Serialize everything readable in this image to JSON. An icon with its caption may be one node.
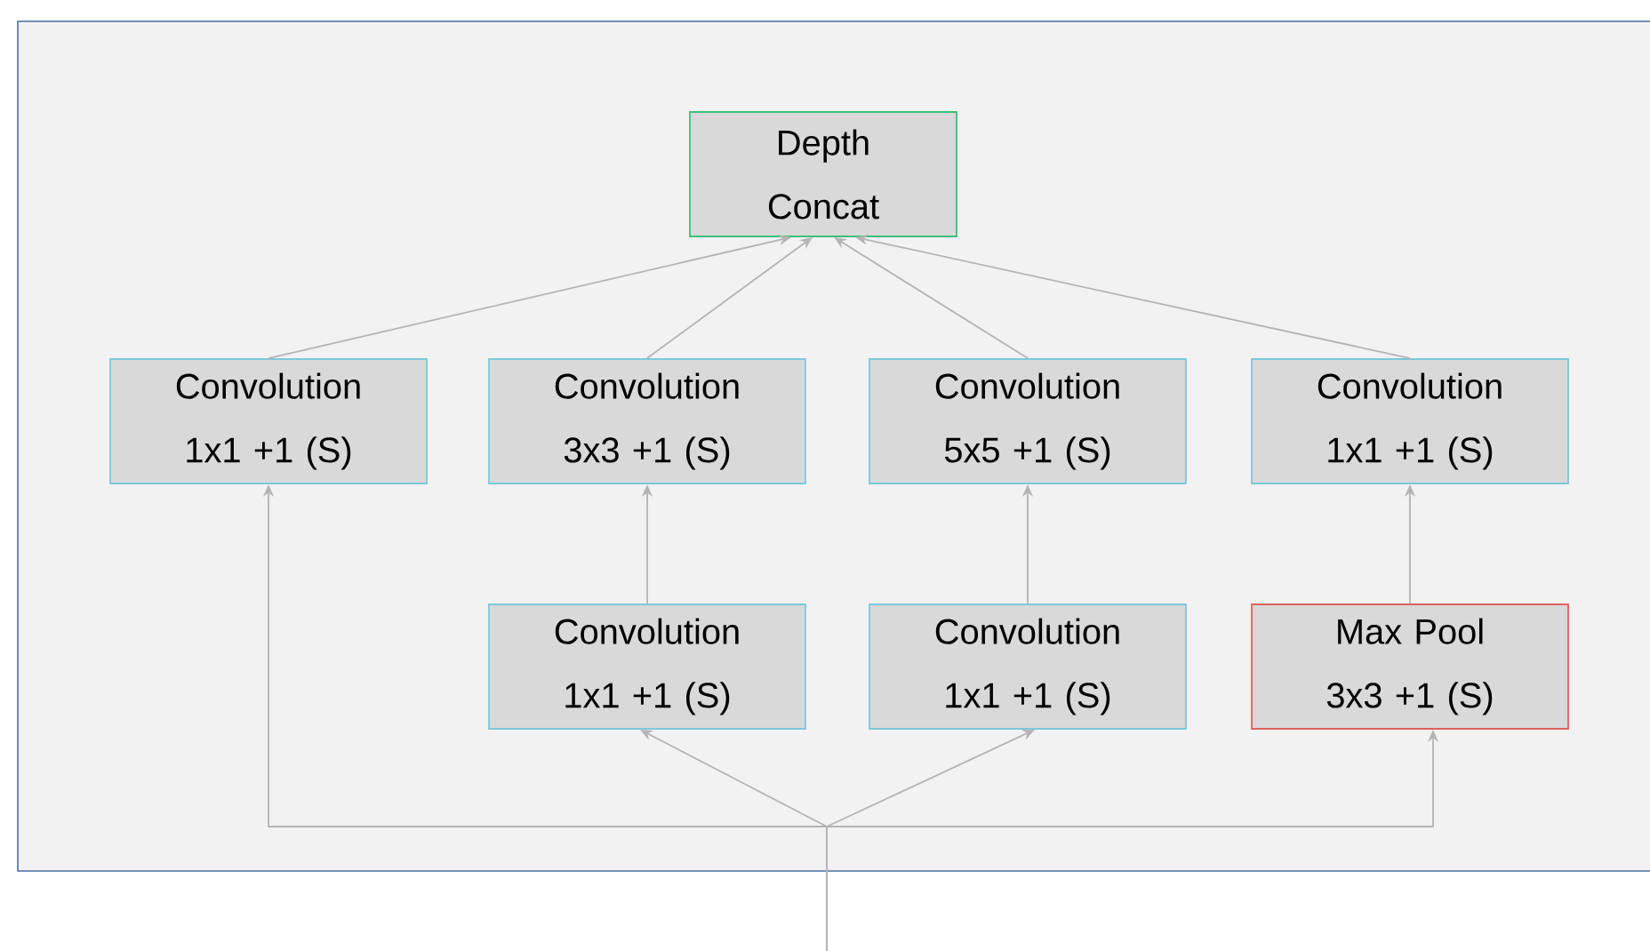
{
  "diagram": {
    "nodes": [
      {
        "text": [
          "Depth Concat"
        ]
      },
      {
        "text": [
          "Convolution 1x1 +1 (S)"
        ]
      },
      {
        "text": [
          "Convolution 3x3 +1 (S)"
        ]
      },
      {
        "text": [
          "Convolution 5x5 +1 (S)"
        ]
      },
      {
        "text": [
          "Convolution 1x1 +1 (S)"
        ]
      },
      {
        "text": [
          "Convolution 1x1 +1 (S)"
        ]
      },
      {
        "text": [
          "Convolution 1x1 +1 (S)"
        ]
      },
      {
        "text": [
          "Max Pool 3x3 +1 (S)"
        ]
      }
    ],
    "edges": [
      {
        "from": 1,
        "to": 0,
        "arrow": "to"
      },
      {
        "from": 2,
        "to": 0,
        "arrow": "to"
      },
      {
        "from": 3,
        "to": 0,
        "arrow": "to"
      },
      {
        "from": 4,
        "to": 0,
        "arrow": "to"
      },
      {
        "from": 5,
        "to": 2,
        "arrow": "to"
      },
      {
        "from": 6,
        "to": 3,
        "arrow": "to"
      },
      {
        "from": 7,
        "to": 4,
        "arrow": "to"
      },
      {
        "from": null,
        "to": 1,
        "arrow": "to"
      },
      {
        "from": null,
        "to": 5,
        "arrow": "to"
      },
      {
        "from": null,
        "to": 6,
        "arrow": "to"
      },
      {
        "from": null,
        "to": 7,
        "arrow": "to"
      }
    ]
  }
}
